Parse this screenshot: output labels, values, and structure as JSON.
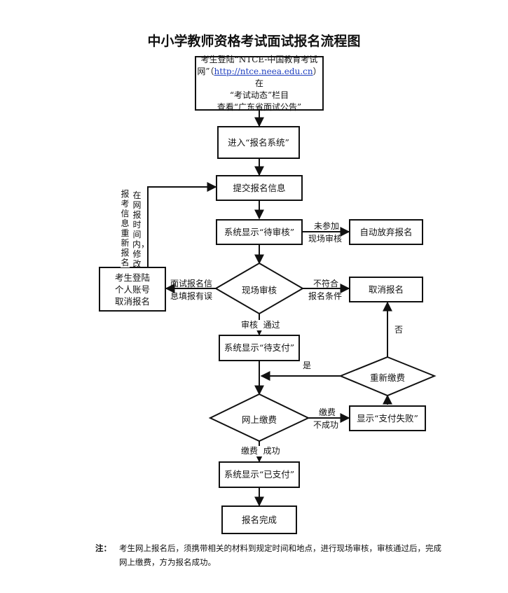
{
  "title": "中小学教师资格考试面试报名流程图",
  "start_box": {
    "line1_pre": "考生登陆“NTCE-中国教育考试",
    "line2_pre": "网”（",
    "link": "http://ntce.neea.edu.cn",
    "line2_post": "）在",
    "line3": "“考试动态”栏目",
    "line4": "查看“广东省面试公告”"
  },
  "nodes": {
    "enter_system": "进入“报名系统”",
    "submit_info": "提交报名信息",
    "pending_review": "系统显示“待审核”",
    "auto_abandon": "自动放弃报名",
    "onsite_review": "现场审核",
    "cancel_registration": "取消报名",
    "pending_payment": "系统显示“待支付”",
    "repay": "重新缴费",
    "online_payment": "网上缴费",
    "payment_failed": "显示“支付失败”",
    "paid": "系统显示“已支付”",
    "complete": "报名完成",
    "login_cancel": [
      "考生登陆",
      "个人账号",
      "取消报名"
    ]
  },
  "edge_labels": {
    "not_attend_1": "未参加",
    "not_attend_2": "现场审核",
    "error_1": "面试报名信",
    "error_2": "息填报有误",
    "not_eligible_1": "不符合",
    "not_eligible_2": "报名条件",
    "review_pass": "审核  通过",
    "no": "否",
    "yes": "是",
    "pay_fail_1": "缴费",
    "pay_fail_2": "不成功",
    "pay_success": "缴费  成功",
    "resubmit_vertical_1": "报考信息重新报名",
    "resubmit_vertical_2": "在网报时间内，修改"
  },
  "note": {
    "label": "注：",
    "text": "考生网上报名后，须携带相关的材料到规定时间和地点，进行现场审核，审核通过后，完成网上缴费，方为报名成功。"
  }
}
